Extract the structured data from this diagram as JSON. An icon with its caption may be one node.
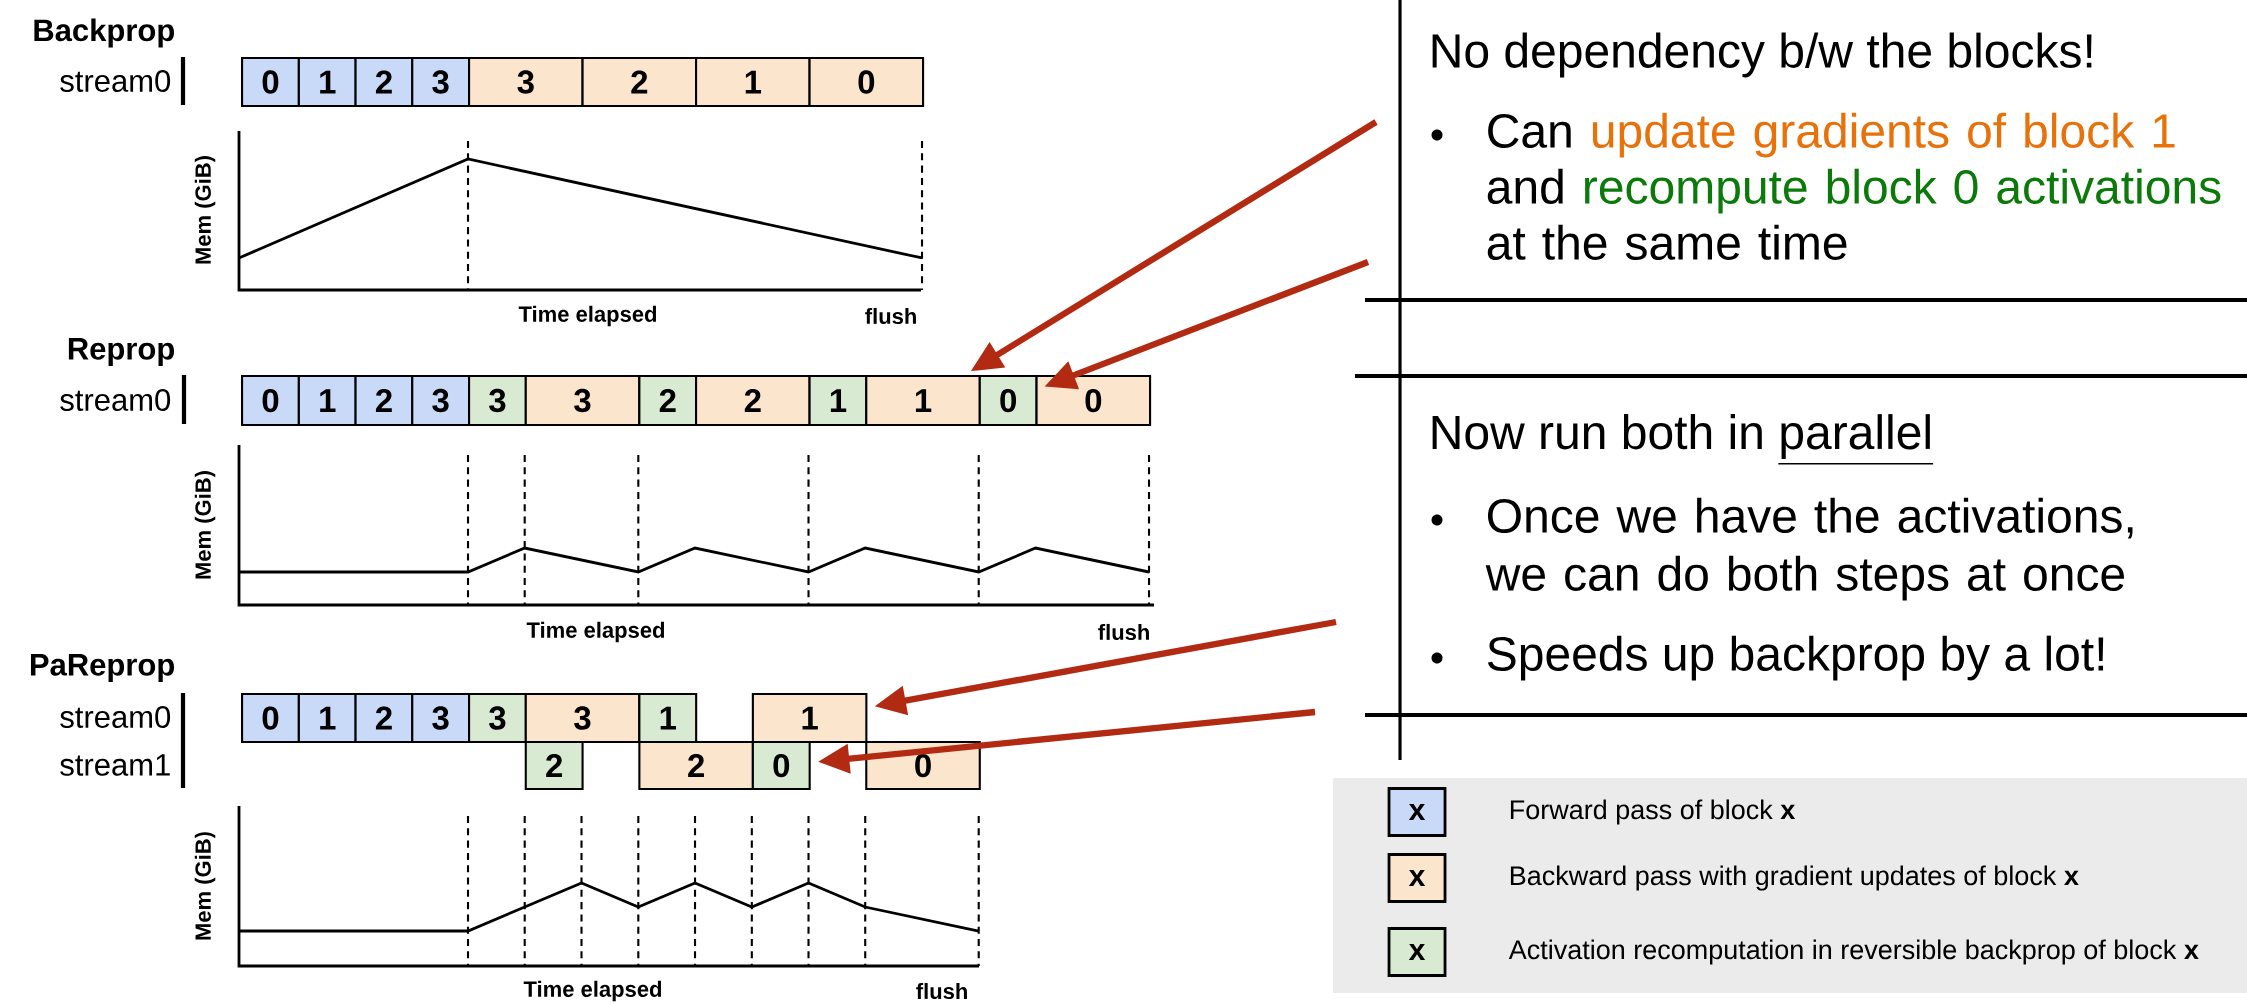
{
  "diagram": {
    "nodes": [
      {
        "text": [
          "0"
        ]
      },
      {
        "text": [
          "1"
        ]
      },
      {
        "text": [
          "2"
        ]
      },
      {
        "text": [
          "3"
        ]
      },
      {
        "text": [
          "3"
        ]
      },
      {
        "text": [
          "2"
        ]
      },
      {
        "text": [
          "1"
        ]
      },
      {
        "text": [
          "0"
        ]
      },
      {
        "text": [
          "0"
        ]
      },
      {
        "text": [
          "1"
        ]
      },
      {
        "text": [
          "2"
        ]
      },
      {
        "text": [
          "3"
        ]
      },
      {
        "text": [
          "3"
        ]
      },
      {
        "text": [
          "3"
        ]
      },
      {
        "text": [
          "2"
        ]
      },
      {
        "text": [
          "2"
        ]
      },
      {
        "text": [
          "1"
        ]
      },
      {
        "text": [
          "1"
        ]
      },
      {
        "text": [
          "0"
        ]
      },
      {
        "text": [
          "0"
        ]
      },
      {
        "text": [
          "0"
        ]
      },
      {
        "text": [
          "1"
        ]
      },
      {
        "text": [
          "2"
        ]
      },
      {
        "text": [
          "3"
        ]
      },
      {
        "text": [
          "3"
        ]
      },
      {
        "text": [
          "3"
        ]
      },
      {
        "text": [
          "1"
        ]
      },
      {
        "text": [
          "1"
        ]
      },
      {
        "text": [
          "2"
        ]
      },
      {
        "text": [
          "2"
        ]
      },
      {
        "text": [
          "0"
        ]
      },
      {
        "text": [
          "0"
        ]
      }
    ],
    "edges": [
      {
        "from": null,
        "to": 17,
        "arrow": "to"
      },
      {
        "from": null,
        "to": 18,
        "arrow": "to"
      },
      {
        "from": null,
        "to": 27,
        "arrow": "to"
      },
      {
        "from": null,
        "to": 30,
        "arrow": "to"
      }
    ],
    "labels": [
      "Backprop",
      "stream0",
      "Mem (GiB)",
      "Time elapsed",
      "flush",
      "Reprop",
      "stream0",
      "Mem (GiB)",
      "Time elapsed",
      "flush",
      "PaReprop",
      "stream0",
      "stream1",
      "Mem (GiB)",
      "Time elapsed",
      "flush",
      "No dependency b/w the blocks!",
      "Can",
      "update gradients of block 1",
      "and",
      "recompute block 0 activations",
      "at the same time",
      "Now run both in",
      "parallel",
      "Once we have the activations, we can do both steps at once",
      "Speeds up backprop by a lot!",
      "x",
      "x",
      "x"
    ],
    "legend": [
      {
        "text": "Forward pass of block **x**",
        "color": "#c9daf8"
      },
      {
        "text": "Backward pass with gradient updates of block **x**",
        "color": "#fce5cd"
      },
      {
        "text": "Activation recomputation in reversible backprop of block **x**",
        "color": "#d9ead3"
      }
    ]
  }
}
